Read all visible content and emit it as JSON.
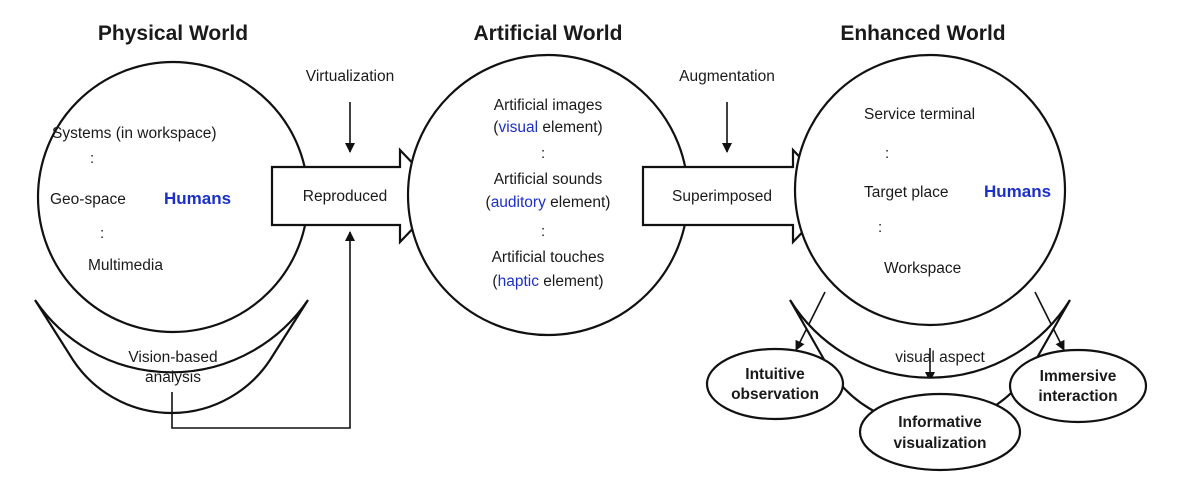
{
  "physical": {
    "title": "Physical World",
    "items": [
      "Systems (in workspace)",
      "Geo-space",
      "Multimedia"
    ],
    "dots": ":",
    "humans": "Humans",
    "analysis_line1": "Vision-based",
    "analysis_line2": "analysis"
  },
  "artificial": {
    "title": "Artificial World",
    "dots": ":",
    "images_line1": "Artificial images",
    "images_open": "(",
    "images_type": "visual",
    "images_close": " element)",
    "sounds_line1": "Artificial sounds",
    "sounds_open": "(",
    "sounds_type": "auditory",
    "sounds_close": " element)",
    "touches_line1": "Artificial touches",
    "touches_open": "(",
    "touches_type": "haptic",
    "touches_close": " element)"
  },
  "enhanced": {
    "title": "Enhanced World",
    "items": [
      "Service terminal",
      "Target place",
      "Workspace"
    ],
    "dots": ":",
    "humans": "Humans",
    "aspect": "visual aspect",
    "outcome1_line1": "Intuitive",
    "outcome1_line2": "observation",
    "outcome2_line1": "Informative",
    "outcome2_line2": "visualization",
    "outcome3_line1": "Immersive",
    "outcome3_line2": "interaction"
  },
  "process1": {
    "label": "Virtualization",
    "arrow": "Reproduced"
  },
  "process2": {
    "label": "Augmentation",
    "arrow": "Superimposed"
  },
  "colors": {
    "accent_blue": "#1b2fc9",
    "stroke": "#111111"
  }
}
